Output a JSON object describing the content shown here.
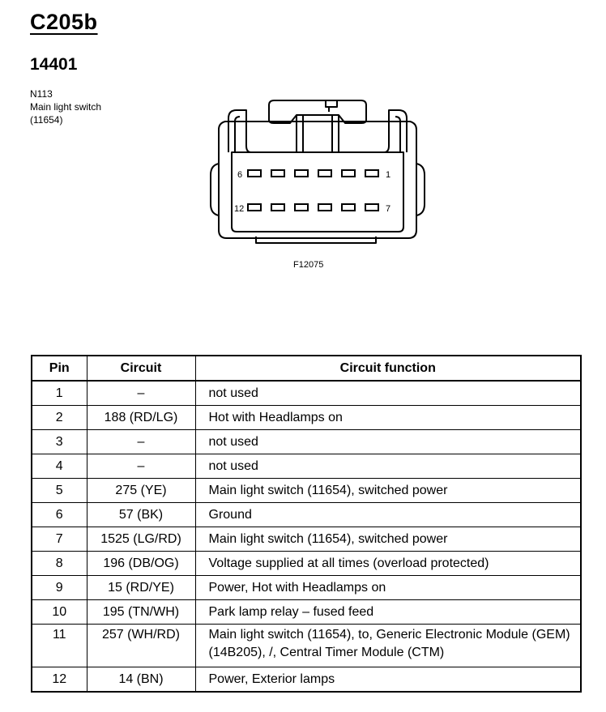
{
  "header": {
    "connector_id": "C205b",
    "part_number": "14401"
  },
  "component": {
    "code": "N113",
    "name": "Main light switch",
    "part_ref": "(11654)"
  },
  "diagram": {
    "figure_id": "F12075",
    "pin_labels": {
      "top_left": "6",
      "top_right": "1",
      "bottom_left": "12",
      "bottom_right": "7"
    }
  },
  "table": {
    "headers": [
      "Pin",
      "Circuit",
      "Circuit function"
    ],
    "rows": [
      {
        "pin": "1",
        "circuit": "–",
        "function": "not used"
      },
      {
        "pin": "2",
        "circuit": "188 (RD/LG)",
        "function": "Hot with Headlamps on"
      },
      {
        "pin": "3",
        "circuit": "–",
        "function": "not used"
      },
      {
        "pin": "4",
        "circuit": "–",
        "function": "not used"
      },
      {
        "pin": "5",
        "circuit": "275 (YE)",
        "function": "Main light switch (11654), switched power"
      },
      {
        "pin": "6",
        "circuit": "57 (BK)",
        "function": "Ground"
      },
      {
        "pin": "7",
        "circuit": "1525 (LG/RD)",
        "function": "Main light switch (11654), switched power"
      },
      {
        "pin": "8",
        "circuit": "196 (DB/OG)",
        "function": "Voltage supplied at all times (overload protected)"
      },
      {
        "pin": "9",
        "circuit": "15 (RD/YE)",
        "function": "Power, Hot with Headlamps on"
      },
      {
        "pin": "10",
        "circuit": "195 (TN/WH)",
        "function": "Park lamp relay – fused feed"
      },
      {
        "pin": "11",
        "circuit": "257 (WH/RD)",
        "function": "Main light switch (11654), to, Generic Electronic Module (GEM) (14B205), /, Central Timer Module (CTM)"
      },
      {
        "pin": "12",
        "circuit": "14 (BN)",
        "function": "Power, Exterior lamps"
      }
    ]
  }
}
